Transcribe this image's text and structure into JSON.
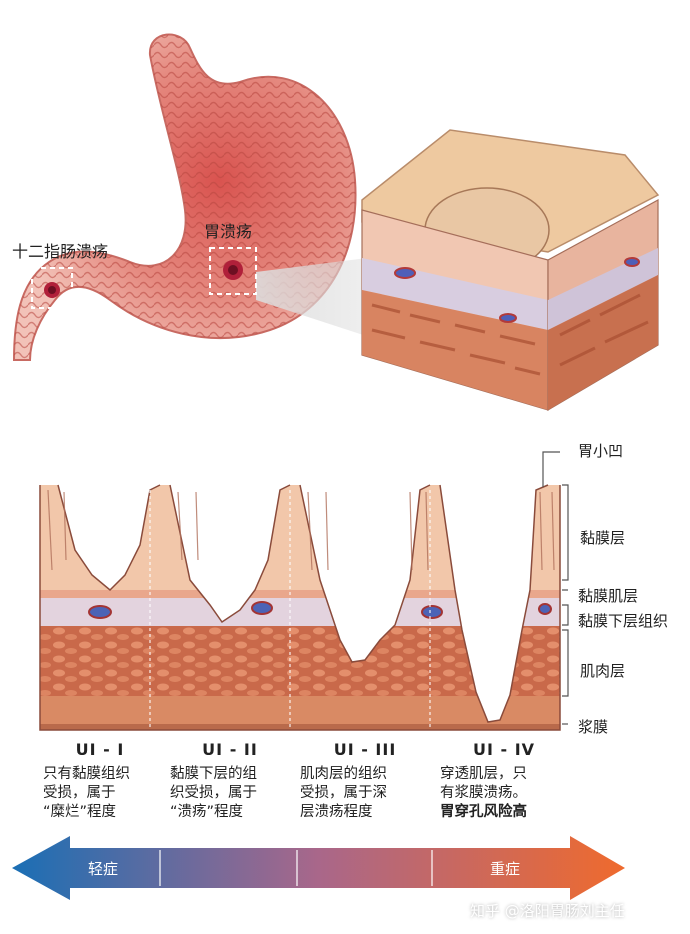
{
  "top": {
    "duodenal_label": "十二指肠溃疡",
    "gastric_label": "胃溃疡"
  },
  "layers": {
    "pits": "胃小凹",
    "mucosa": "黏膜层",
    "muscularis_mucosae": "黏膜肌层",
    "submucosa": "黏膜下层组织",
    "muscle": "肌肉层",
    "serosa": "浆膜"
  },
  "stages": [
    {
      "label": "UI - I",
      "lines": [
        "只有黏膜组织",
        "受损，属于",
        "“糜烂”程度"
      ],
      "bold": ""
    },
    {
      "label": "UI - II",
      "lines": [
        "黏膜下层的组",
        "织受损，属于",
        "“溃疡”程度"
      ],
      "bold": ""
    },
    {
      "label": "UI - III",
      "lines": [
        "肌肉层的组织",
        "受损，属于深",
        "层溃疡程度"
      ],
      "bold": ""
    },
    {
      "label": "UI - IV",
      "lines": [
        "穿透肌层，只",
        "有浆膜溃疡。"
      ],
      "bold": "胃穿孔风险高"
    }
  ],
  "severity_bar": {
    "left_label": "轻症",
    "right_label": "重症",
    "left_color": "#1a6fb5",
    "right_color": "#ef6a2d"
  },
  "watermark": "知乎 @洛阳胃肠刘主任"
}
